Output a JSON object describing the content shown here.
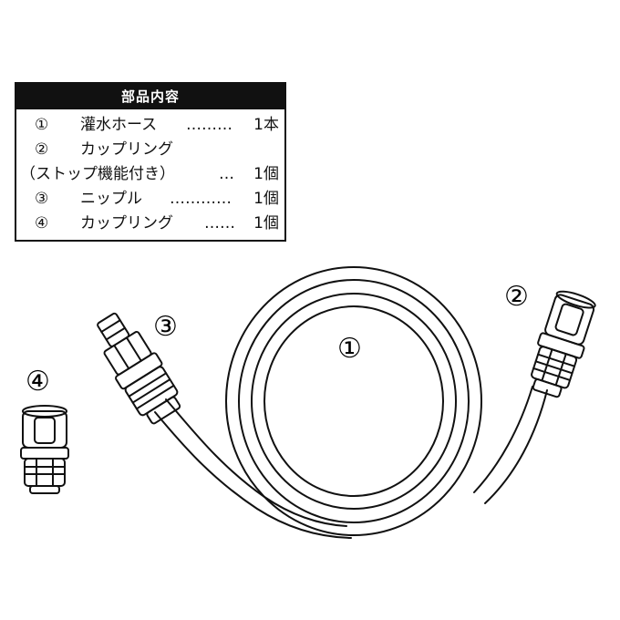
{
  "parts_box": {
    "title": "部品内容",
    "rows": [
      {
        "num": "①",
        "name": "灌水ホース",
        "dots": "………",
        "qty": "1本"
      },
      {
        "num": "②",
        "name": "カップリング",
        "dots": "",
        "qty": ""
      },
      {
        "num": "",
        "name": "（ストップ機能付き）",
        "dots": "…",
        "qty": "1個"
      },
      {
        "num": "③",
        "name": "ニップル",
        "dots": "…………",
        "qty": "1個"
      },
      {
        "num": "④",
        "name": "カップリング",
        "dots": "……",
        "qty": "1個"
      }
    ]
  },
  "callouts": {
    "hose": "①",
    "coupling_stop": "②",
    "nipple": "③",
    "coupling": "④"
  }
}
